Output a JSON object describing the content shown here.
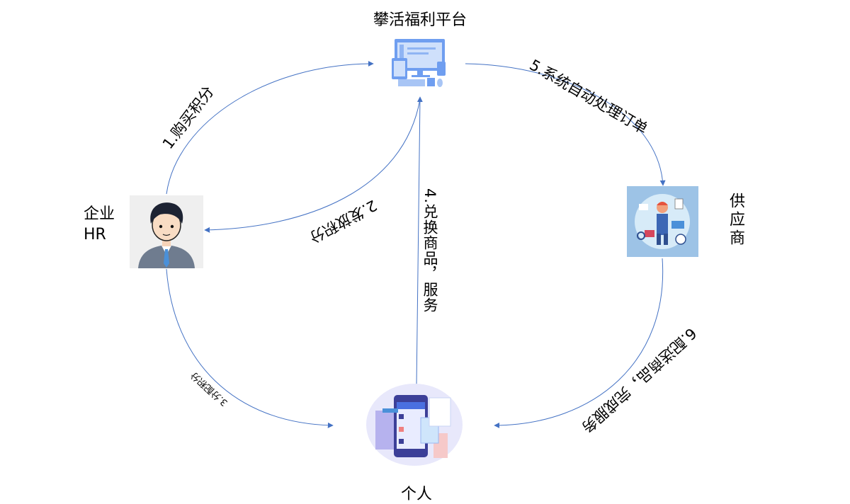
{
  "nodes": {
    "platform": "攀活福利平台",
    "hr_line1": "企业",
    "hr_line2": "HR",
    "supplier": "供应商",
    "individual": "个人"
  },
  "steps": [
    "1.购买积分",
    "2.发放积分",
    "3.分配积分",
    "4.兑换商品，服务",
    "5.系统自动处理订单",
    "6.配送商品，完成服务"
  ],
  "colors": {
    "arrow": "#4472c4",
    "platform_icon": "#6f9ef0",
    "hr_bg": "#efefef",
    "supplier_bg": "#9dc3e6",
    "phone_bg": "#e8e8fb"
  }
}
